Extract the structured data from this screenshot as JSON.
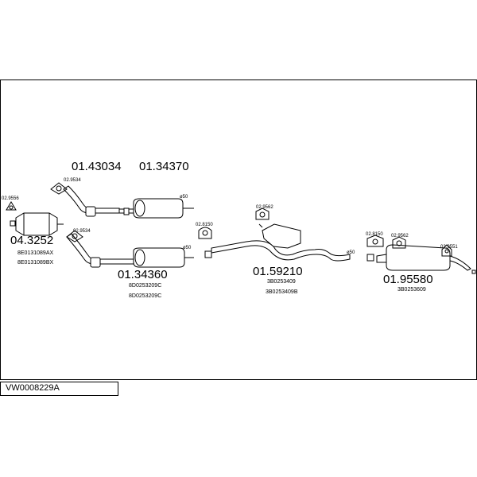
{
  "diagram": {
    "code": "VW0008229A",
    "parts": {
      "p1": "01.43034",
      "p2": "01.34370",
      "p3": "04.3252",
      "p4": "01.34360",
      "p5": "01.59210",
      "p6": "01.95580"
    },
    "small": {
      "s9556": "02.9556",
      "s9534a": "02.9534",
      "s9534b": "02.9534",
      "s8150a": "02.8150",
      "s9562a": "02.9562",
      "s8150b": "02.8150",
      "s9562b": "02.9562",
      "s9551": "02.9551",
      "d50a": "ø50",
      "d50b": "ø50",
      "d50c": "ø50"
    },
    "oem": {
      "o1": "8E0131089AX",
      "o2": "8E0131089BX",
      "o3": "8D0253209C",
      "o4": "8D0253209C",
      "o5": "3B0253409",
      "o6": "3B0253409B",
      "o7": "3B0253609"
    }
  }
}
